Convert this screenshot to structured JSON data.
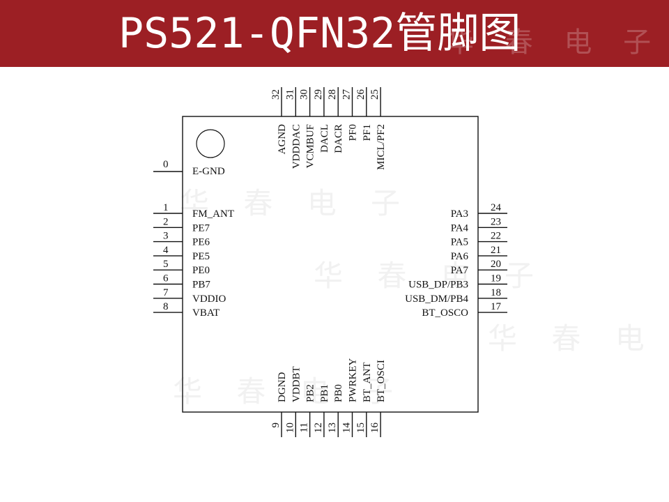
{
  "title": "PS521-QFN32管脚图",
  "watermark": "华 春 电 子",
  "chip": {
    "pin1_marker": "0",
    "pin1_label": "E-GND",
    "left_pins": [
      {
        "num": "1",
        "label": "FM_ANT"
      },
      {
        "num": "2",
        "label": "PE7"
      },
      {
        "num": "3",
        "label": "PE6"
      },
      {
        "num": "4",
        "label": "PE5"
      },
      {
        "num": "5",
        "label": "PE0"
      },
      {
        "num": "6",
        "label": "PB7"
      },
      {
        "num": "7",
        "label": "VDDIO"
      },
      {
        "num": "8",
        "label": "VBAT"
      }
    ],
    "right_pins": [
      {
        "num": "24",
        "label": "PA3"
      },
      {
        "num": "23",
        "label": "PA4"
      },
      {
        "num": "22",
        "label": "PA5"
      },
      {
        "num": "21",
        "label": "PA6"
      },
      {
        "num": "20",
        "label": "PA7"
      },
      {
        "num": "19",
        "label": "USB_DP/PB3"
      },
      {
        "num": "18",
        "label": "USB_DM/PB4"
      },
      {
        "num": "17",
        "label": "BT_OSCO"
      }
    ],
    "top_pins": [
      {
        "num": "32",
        "label": "AGND"
      },
      {
        "num": "31",
        "label": "VDDDAC"
      },
      {
        "num": "30",
        "label": "VCMBUF"
      },
      {
        "num": "29",
        "label": "DACL"
      },
      {
        "num": "28",
        "label": "DACR"
      },
      {
        "num": "27",
        "label": "PF0"
      },
      {
        "num": "26",
        "label": "PF1"
      },
      {
        "num": "25",
        "label": "MICL/PF2"
      }
    ],
    "bottom_pins": [
      {
        "num": "9",
        "label": "DGND"
      },
      {
        "num": "10",
        "label": "VDDBT"
      },
      {
        "num": "11",
        "label": "PB2"
      },
      {
        "num": "12",
        "label": "PB1"
      },
      {
        "num": "13",
        "label": "PB0"
      },
      {
        "num": "14",
        "label": "PWRKEY"
      },
      {
        "num": "15",
        "label": "BT_ANT"
      },
      {
        "num": "16",
        "label": "BT_OSCI"
      }
    ]
  }
}
